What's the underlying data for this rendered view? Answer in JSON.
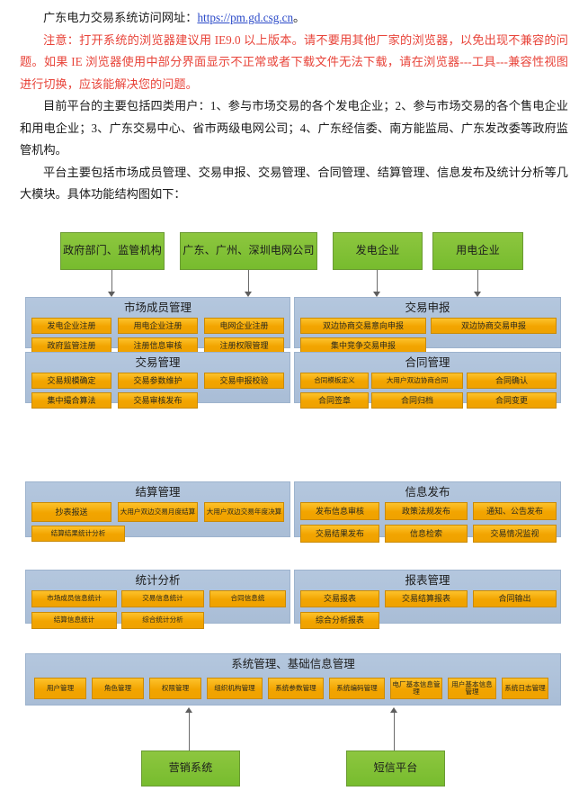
{
  "document": {
    "line1_prefix": "广东电力交易系统访问网址：",
    "line1_link": "https://pm.gd.csg.cn",
    "line1_suffix": "。",
    "notice": "注意：打开系统的浏览器建议用 IE9.0 以上版本。请不要用其他厂家的浏览器，以免出现不兼容的问题。如果 IE 浏览器使用中部分界面显示不正常或者下载文件无法下载，请在浏览器---工具---兼容性视图进行切换，应该能解决您的问题。",
    "users_paragraph": "目前平台的主要包括四类用户：1、参与市场交易的各个发电企业；2、参与市场交易的各个售电企业和用电企业；3、广东交易中心、省市两级电网公司；4、广东经信委、南方能监局、广东发改委等政府监管机构。",
    "modules_paragraph": "平台主要包括市场成员管理、交易申报、交易管理、合同管理、结算管理、信息发布及统计分析等几大模块。具体功能结构图如下："
  },
  "diagram": {
    "actors_top": [
      {
        "label": "政府部门、监管机构"
      },
      {
        "label": "广东、广州、深圳电网公司"
      },
      {
        "label": "发电企业"
      },
      {
        "label": "用电企业"
      }
    ],
    "actors_bottom": [
      {
        "label": "营销系统"
      },
      {
        "label": "短信平台"
      }
    ],
    "panels": [
      {
        "title": "市场成员管理",
        "buttons": [
          "发电企业注册",
          "用电企业注册",
          "电网企业注册",
          "政府监管注册",
          "注册信息审核",
          "注册权限管理"
        ]
      },
      {
        "title": "交易申报",
        "buttons": [
          "双边协商交易意向申报",
          "双边协商交易申报",
          "集中竞争交易申报"
        ]
      },
      {
        "title": "交易管理",
        "buttons": [
          "交易规模确定",
          "交易参数维护",
          "交易申报校验",
          "集中撮合算法",
          "交易审核发布"
        ]
      },
      {
        "title": "合同管理",
        "buttons": [
          "合同模板定义",
          "大用户双边协商合同",
          "合同确认",
          "合同签章",
          "合同归档",
          "合同变更"
        ]
      },
      {
        "title": "结算管理",
        "buttons": [
          "抄表报送",
          "大用户双边交易月度结算",
          "大用户双边交易年度决算",
          "结算结果统计分析"
        ]
      },
      {
        "title": "信息发布",
        "buttons": [
          "发布信息审核",
          "政策法规发布",
          "通知、公告发布",
          "交易结果发布",
          "信息检索",
          "交易情况监视"
        ]
      },
      {
        "title": "统计分析",
        "buttons": [
          "市场成员信息统计",
          "交易信息统计",
          "合同信息统",
          "结算信息统计",
          "综合统计分析"
        ]
      },
      {
        "title": "报表管理",
        "buttons": [
          "交易报表",
          "交易结算报表",
          "合同输出",
          "综合分析报表"
        ]
      }
    ],
    "system_panel": {
      "title": "系统管理、基础信息管理",
      "buttons": [
        "用户管理",
        "角色管理",
        "权限管理",
        "组织机构管理",
        "系统参数管理",
        "系统编码管理",
        "电厂基本信息管理",
        "用户基本信息管理",
        "系统日志管理"
      ]
    }
  },
  "colors": {
    "green": "#7EC242",
    "panel_blue": "#AEC3DA",
    "button_orange": "#F3A900",
    "link_blue": "#2a49c8",
    "notice_red": "#e8443a"
  }
}
